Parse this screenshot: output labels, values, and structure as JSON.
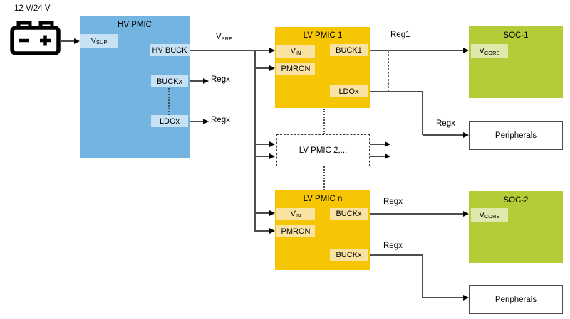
{
  "battery": {
    "label": "12 V/24 V"
  },
  "hv_pmic": {
    "title": "HV PMIC",
    "pins": {
      "vsup": {
        "main": "V",
        "sub": "SUP"
      },
      "hv_buck": "HV BUCK",
      "buckx": "BUCKx",
      "ldox": "LDOx"
    }
  },
  "lv_pmic_1": {
    "title": "LV PMIC 1",
    "pins": {
      "vin": {
        "main": "V",
        "sub": "IN"
      },
      "pmron": "PMRON",
      "buck1": "BUCK1",
      "ldox": "LDOx"
    }
  },
  "lv_pmic_2": {
    "title": "LV PMIC 2,..."
  },
  "lv_pmic_n": {
    "title": "LV PMIC n",
    "pins": {
      "vin": {
        "main": "V",
        "sub": "IN"
      },
      "pmron": "PMRON",
      "buckx1": "BUCKx",
      "buckx2": "BUCKx"
    }
  },
  "soc_1": {
    "title": "SOC-1",
    "pins": {
      "vcore": {
        "main": "V",
        "sub": "CORE"
      }
    }
  },
  "soc_2": {
    "title": "SOC-2",
    "pins": {
      "vcore": {
        "main": "V",
        "sub": "CORE"
      }
    }
  },
  "peripherals_1": {
    "label": "Peripherals"
  },
  "peripherals_2": {
    "label": "Peripherals"
  },
  "wire_labels": {
    "vpre": {
      "main": "V",
      "sub": "PRE"
    },
    "reg1": "Reg1",
    "regx_hv_buckx": "Regx",
    "regx_hv_ldox": "Regx",
    "regx_lv1_ldox": "Regx",
    "regx_lvn_buckx1": "Regx",
    "regx_lvn_buckx2": "Regx"
  },
  "colors": {
    "hv_block": "#74b4e0",
    "hv_pin": "#c8e2f5",
    "lv_block": "#f6c504",
    "lv_pin": "#fae3a2",
    "soc_block": "#b5cb38",
    "soc_pin": "#dfe9ad",
    "wire": "#4d4d4d",
    "arrowhead": "#000000",
    "text": "#000000"
  }
}
